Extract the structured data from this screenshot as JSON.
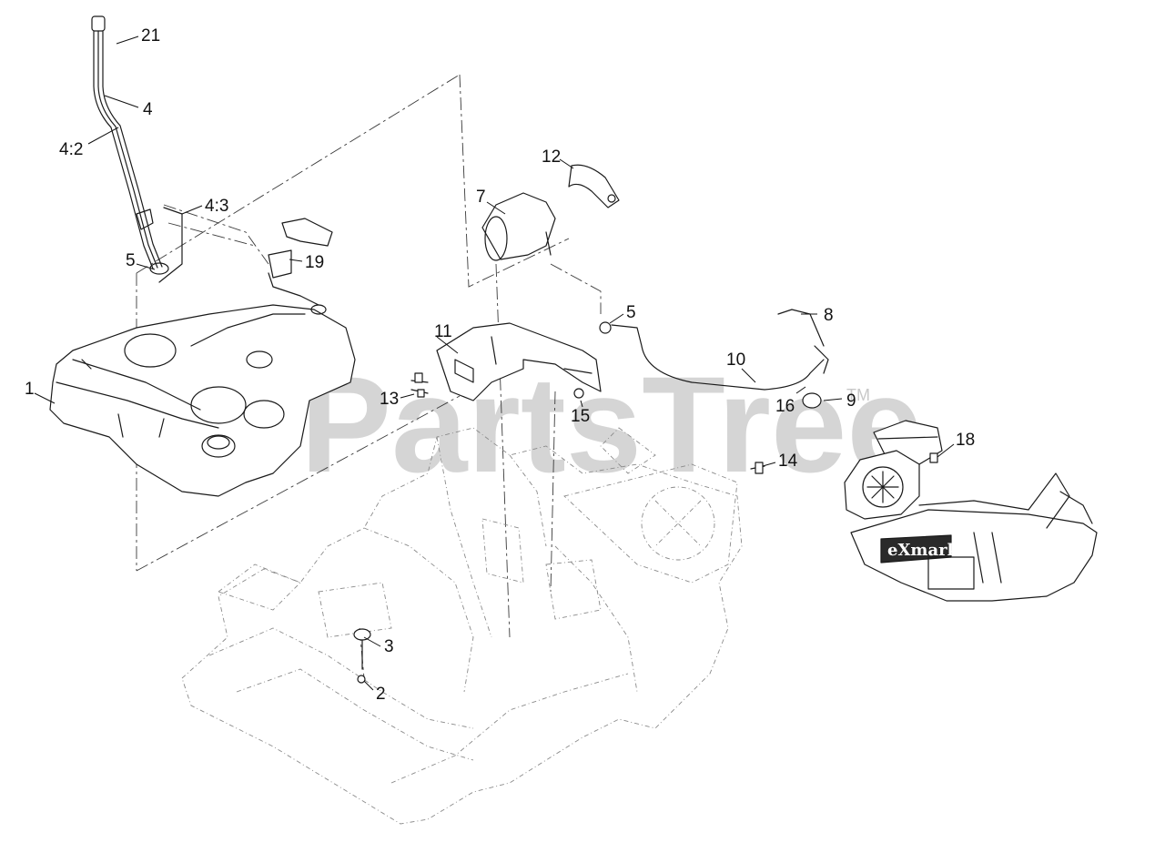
{
  "watermark": {
    "text": "PartsTree",
    "tm": "TM"
  },
  "engine_brand": "eXmark",
  "callouts": [
    {
      "id": "c21",
      "text": "21"
    },
    {
      "id": "c4a",
      "text": "4"
    },
    {
      "id": "c42",
      "text": "4:2"
    },
    {
      "id": "c43",
      "text": "4:3"
    },
    {
      "id": "c5a",
      "text": "5"
    },
    {
      "id": "c19",
      "text": "19"
    },
    {
      "id": "c1",
      "text": "1"
    },
    {
      "id": "c12",
      "text": "12"
    },
    {
      "id": "c7",
      "text": "7"
    },
    {
      "id": "c5b",
      "text": "5"
    },
    {
      "id": "c8",
      "text": "8"
    },
    {
      "id": "c11",
      "text": "11"
    },
    {
      "id": "c10",
      "text": "10"
    },
    {
      "id": "c13",
      "text": "13"
    },
    {
      "id": "c15",
      "text": "15"
    },
    {
      "id": "c16",
      "text": "16"
    },
    {
      "id": "c9",
      "text": "9"
    },
    {
      "id": "c18",
      "text": "18"
    },
    {
      "id": "c14",
      "text": "14"
    },
    {
      "id": "c3",
      "text": "3"
    },
    {
      "id": "c2",
      "text": "2"
    }
  ]
}
